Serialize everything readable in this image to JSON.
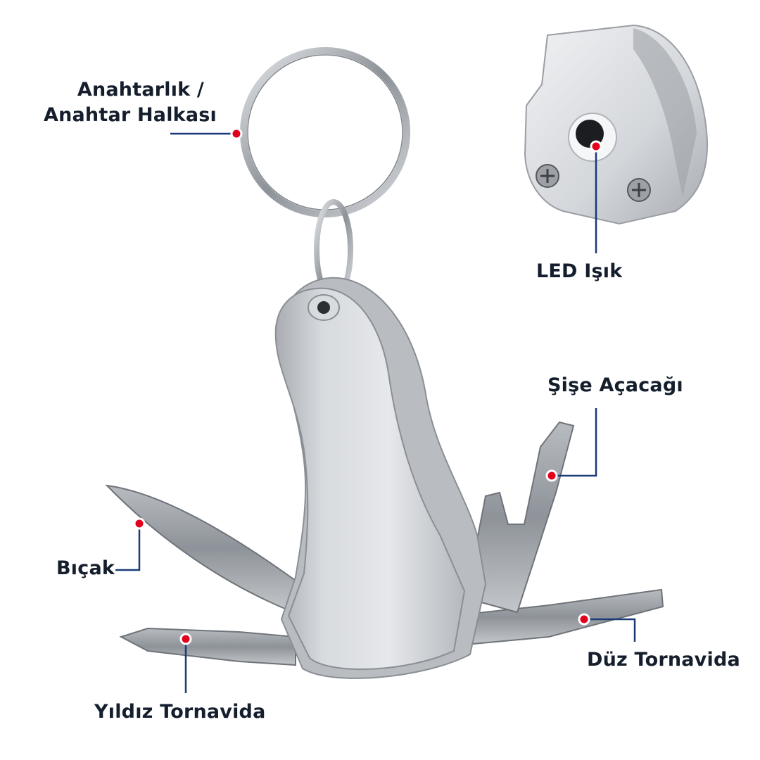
{
  "colors": {
    "leader_line": "#1a3a78",
    "marker_dot": "#e3001b",
    "label_text": "#141e2c",
    "metal": "#c9ccd0"
  },
  "labels": {
    "keyring_line1": "Anahtarlık /",
    "keyring_line2": "Anahtar Halkası",
    "led": "LED Işık",
    "bottle_opener": "Şişe Açacağı",
    "knife": "Bıçak",
    "flat_screwdriver": "Düz Tornavida",
    "phillips_screwdriver": "Yıldız Tornavida"
  }
}
